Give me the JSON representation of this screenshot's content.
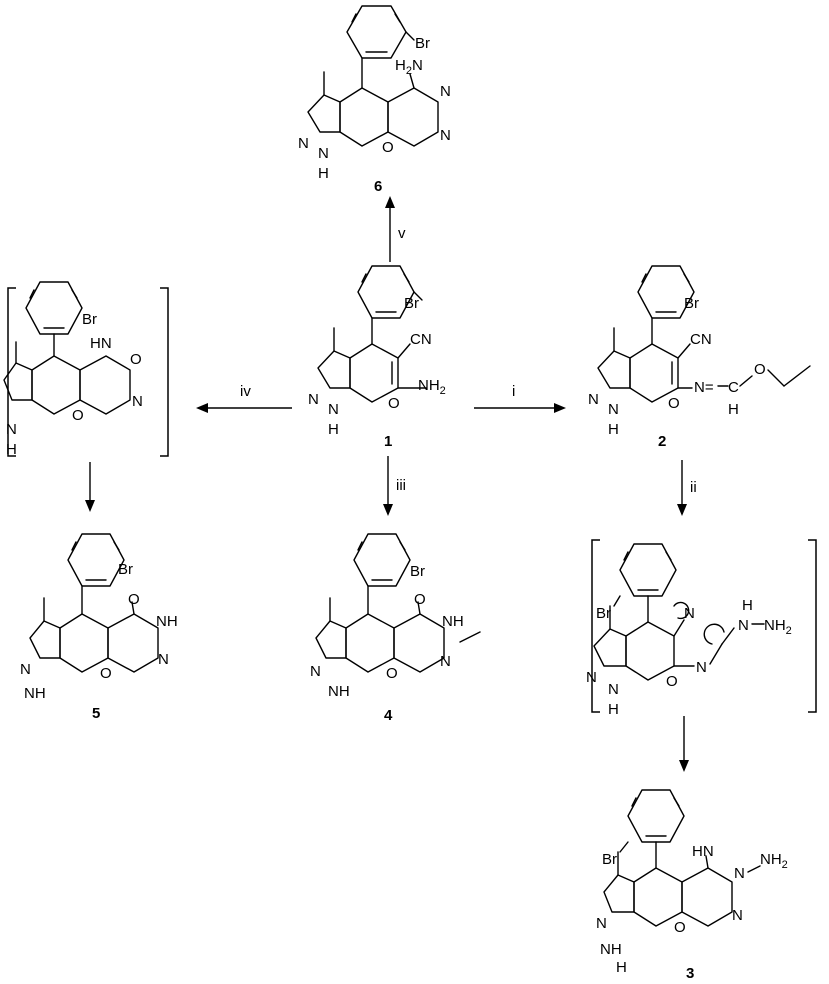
{
  "compounds": [
    {
      "id": "cpd-1",
      "number": "1"
    },
    {
      "id": "cpd-2",
      "number": "2"
    },
    {
      "id": "cpd-3",
      "number": "3"
    },
    {
      "id": "cpd-4",
      "number": "4"
    },
    {
      "id": "cpd-5",
      "number": "5"
    },
    {
      "id": "cpd-6",
      "number": "6"
    }
  ],
  "conditions": {
    "i": "i",
    "ii": "ii",
    "iii": "iii",
    "iv": "iv",
    "v": "v"
  },
  "atoms": {
    "br": "Br",
    "cn": "CN",
    "n": "N",
    "nh": "NH",
    "h": "H",
    "o": "O",
    "hn": "HN",
    "nh2_main": "NH",
    "h2n_main": "H",
    "h2n_tail": "N",
    "two": "2",
    "c": "C",
    "eq_n": "N=",
    "imine_n": "N",
    "h2n_amine": "N"
  }
}
